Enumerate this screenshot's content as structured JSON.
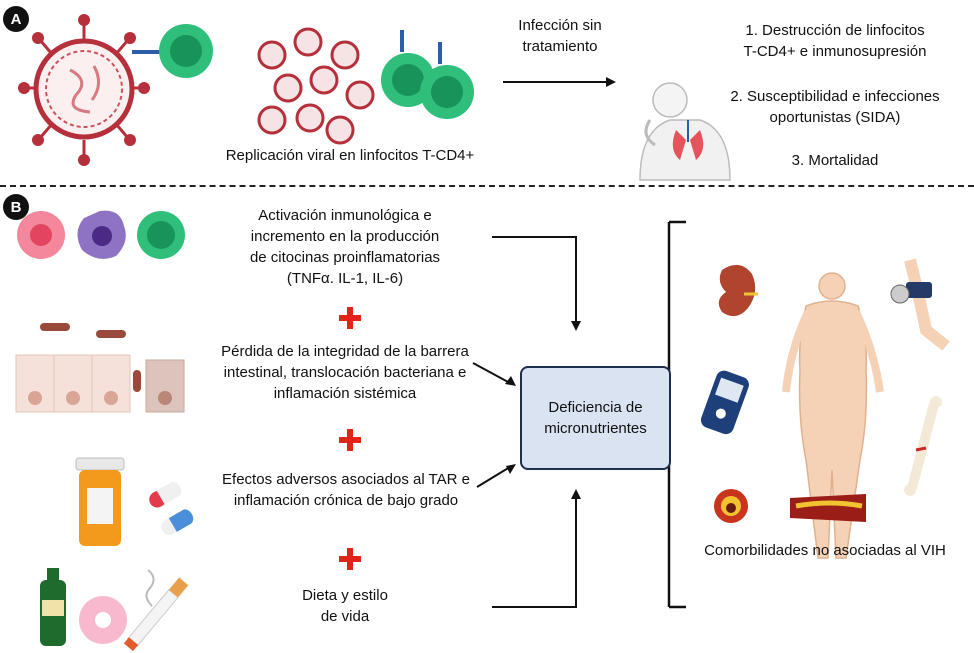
{
  "panel_a": {
    "label": "A",
    "replication_caption": "Replicación viral en linfocitos T-CD4+",
    "arrow_label_line1": "Infección sin",
    "arrow_label_line2": "tratamiento",
    "outcomes": [
      {
        "line1": "1. Destrucción de linfocitos",
        "line2": "T-CD4+ e inmunosupresión"
      },
      {
        "line1": "2. Susceptibilidad e infecciones",
        "line2": "oportunistas (SIDA)"
      },
      {
        "line1": "3. Mortalidad",
        "line2": ""
      }
    ]
  },
  "panel_b": {
    "label": "B",
    "factors": [
      {
        "lines": [
          "Activación inmunológica e",
          "incremento en la producción",
          "de citocinas proinflamatorias",
          "(TNFα. IL-1, IL-6)"
        ]
      },
      {
        "lines": [
          "Pérdida de la integridad de la barrera",
          "intestinal, translocación bacteriana e",
          "inflamación sistémica"
        ]
      },
      {
        "lines": [
          "Efectos adversos asociados al TAR e",
          "inflamación crónica de bajo grado"
        ]
      },
      {
        "lines": [
          "Dieta y estilo",
          "de vida"
        ]
      }
    ],
    "center_box_line1": "Deficiencia de",
    "center_box_line2": "micronutrientes",
    "comorbidities_caption": "Comorbilidades no asociadas al VIH"
  },
  "colors": {
    "virus": "#b5303a",
    "cd4_cell": "#2fbf7a",
    "plus": "#e2231a",
    "center_box_fill": "#d9e3f2",
    "center_box_border": "#1f2e4d"
  }
}
